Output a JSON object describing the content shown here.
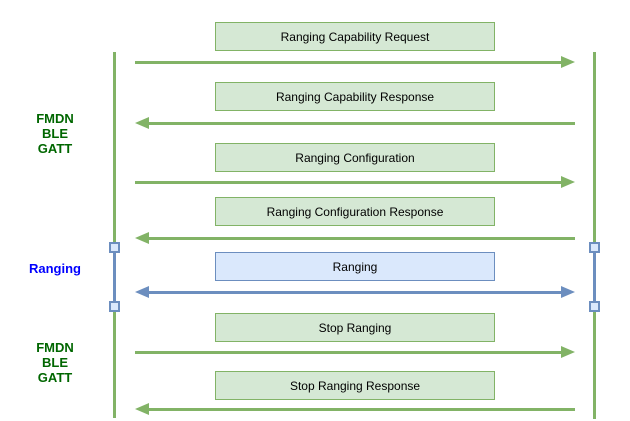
{
  "colors": {
    "background": "#ffffff",
    "message_green_fill": "#d5e8d4",
    "message_green_stroke": "#82b366",
    "message_blue_fill": "#dae8fc",
    "message_blue_stroke": "#6c8ebf",
    "phase_label_green": "#006600",
    "phase_label_blue": "#0000ff",
    "message_text": "#000000"
  },
  "phases": [
    {
      "name": "fmdn-ble-gatt-top",
      "color": "green",
      "lines": [
        "FMDN",
        "BLE",
        "GATT"
      ]
    },
    {
      "name": "ranging",
      "color": "blue",
      "lines": [
        "Ranging"
      ]
    },
    {
      "name": "fmdn-ble-gatt-bottom",
      "color": "green",
      "lines": [
        "FMDN",
        "BLE",
        "GATT"
      ]
    }
  ],
  "messages": [
    {
      "label": "Ranging Capability Request",
      "direction": "right",
      "style": "green"
    },
    {
      "label": "Ranging Capability Response",
      "direction": "left",
      "style": "green"
    },
    {
      "label": "Ranging Configuration",
      "direction": "right",
      "style": "green"
    },
    {
      "label": "Ranging Configuration Response",
      "direction": "left",
      "style": "green"
    },
    {
      "label": "Ranging",
      "direction": "both",
      "style": "blue"
    },
    {
      "label": "Stop Ranging",
      "direction": "right",
      "style": "green"
    },
    {
      "label": "Stop Ranging Response",
      "direction": "left",
      "style": "green"
    }
  ]
}
